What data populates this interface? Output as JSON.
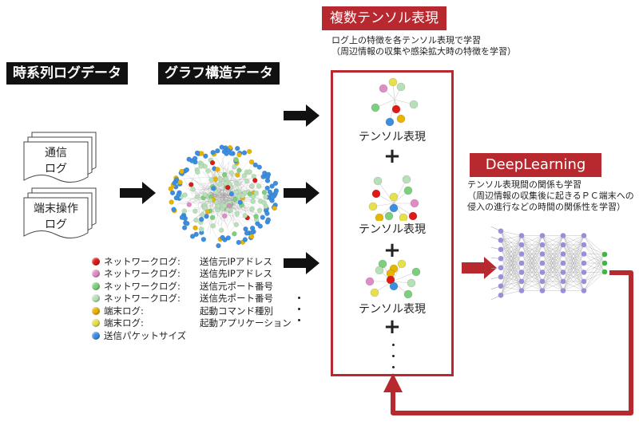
{
  "sections": {
    "timeseries_log": "時系列ログデータ",
    "graph_structure": "グラフ構造データ",
    "multi_tensor": "複数テンソル表現",
    "deep_learning": "DeepLearning"
  },
  "multi_tensor_desc": {
    "line1": "ログ上の特徴を各テンソル表現で学習",
    "line2": "（周辺情報の収集や感染拡大時の特徴を学習）"
  },
  "deep_learning_desc": {
    "line1": "テンソル表現間の関係も学習",
    "line2": "（周辺情報の収集後に起きるＰＣ端末への",
    "line3": "侵入の進行などの時間の関係性を学習）"
  },
  "documents": [
    {
      "line1": "通信",
      "line2": "ログ"
    },
    {
      "line1": "端末操作",
      "line2": "ログ"
    }
  ],
  "tensors": [
    {
      "label": "テンソル表現"
    },
    {
      "label": "テンソル表現"
    },
    {
      "label": "テンソル表現"
    }
  ],
  "plus_symbol": "+",
  "legend": [
    {
      "category": "ネットワークログ:",
      "item": "送信元IPアドレス",
      "color": "#e01818",
      "icon": "red-node-icon"
    },
    {
      "category": "ネットワークログ:",
      "item": "送信先IPアドレス",
      "color": "#e08cc4",
      "icon": "pink-node-icon"
    },
    {
      "category": "ネットワークログ:",
      "item": "送信元ポート番号",
      "color": "#7ccf7c",
      "icon": "green-node-icon"
    },
    {
      "category": "ネットワークログ:",
      "item": "送信先ポート番号",
      "color": "#b8e0b8",
      "icon": "light-green-node-icon"
    },
    {
      "category": "端末ログ:",
      "item": "起動コマンド種別",
      "color": "#e8b400",
      "icon": "gold-node-icon"
    },
    {
      "category": "端末ログ:",
      "item": "起動アプリケーション",
      "color": "#e6e04a",
      "icon": "yellow-node-icon"
    },
    {
      "category": "",
      "item": "送信パケットサイズ",
      "color": "#3c8ee0",
      "icon": "blue-node-icon"
    }
  ],
  "colors": {
    "accent_red": "#b8282f",
    "black": "#111111",
    "nn_node": "#9a8ed8",
    "nn_output": "#44b444"
  },
  "neural_network": {
    "layers": [
      8,
      7,
      7,
      7,
      7,
      3
    ]
  }
}
